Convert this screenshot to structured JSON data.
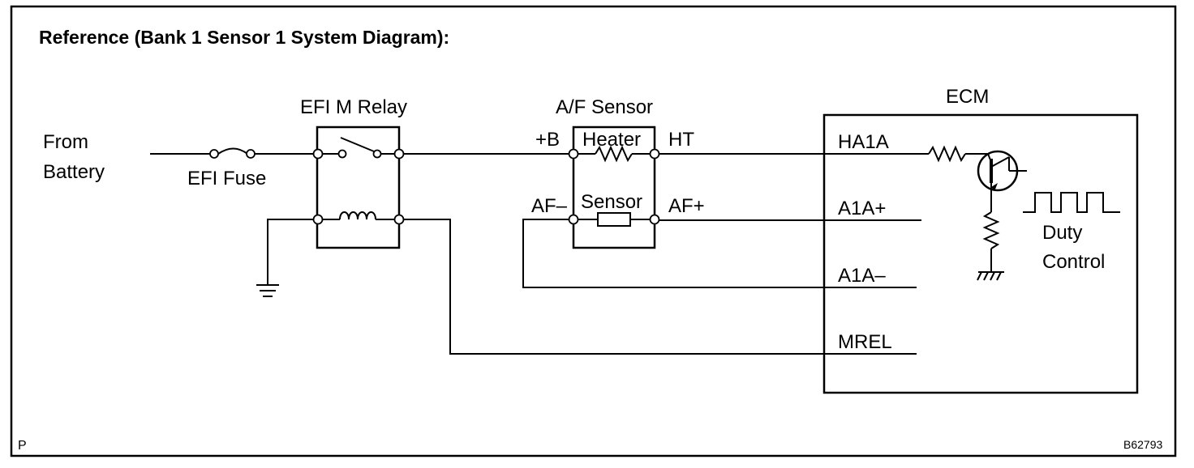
{
  "title": "Reference (Bank 1 Sensor 1 System Diagram):",
  "source": {
    "line1": "From",
    "line2": "Battery"
  },
  "fuse": {
    "label": "EFI Fuse"
  },
  "relay": {
    "label": "EFI M Relay"
  },
  "sensor": {
    "label": "A/F Sensor",
    "heater": "Heater",
    "element": "Sensor",
    "pins": {
      "plus_b": "+B",
      "ht": "HT",
      "af_minus": "AF–",
      "af_plus": "AF+"
    }
  },
  "ecm": {
    "label": "ECM",
    "pins": [
      "HA1A",
      "A1A+",
      "A1A–",
      "MREL"
    ],
    "duty_line1": "Duty",
    "duty_line2": "Control"
  },
  "footer": {
    "left_code": "P",
    "figure_id": "B62793"
  }
}
